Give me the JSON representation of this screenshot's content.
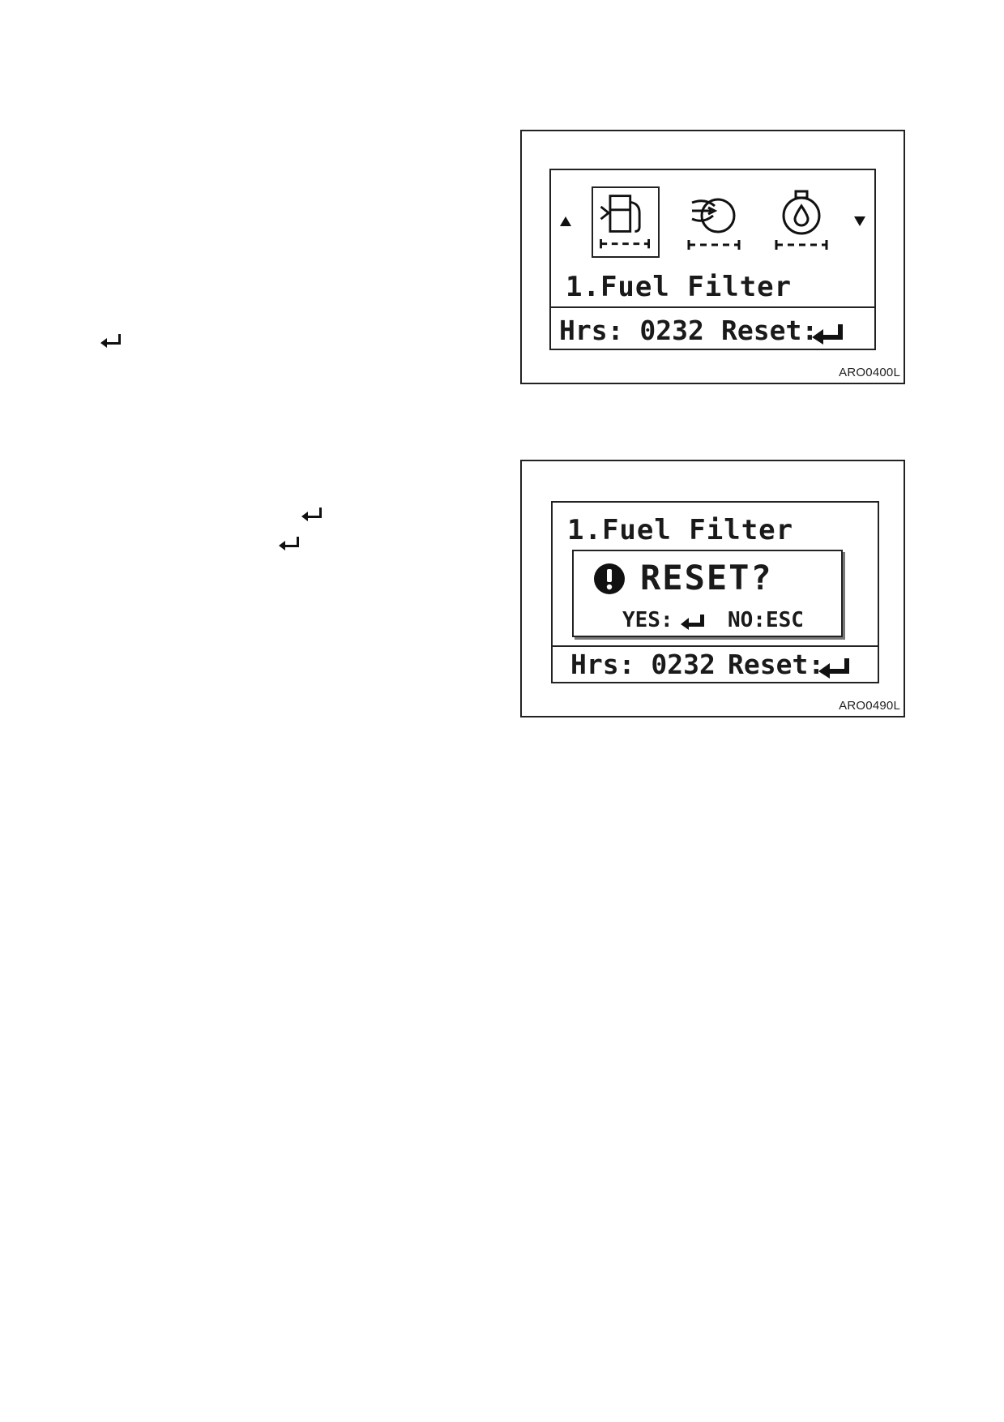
{
  "figure1": {
    "figure_code": "ARO0400L",
    "lcd": {
      "scroll_up_icon": "triangle-up-icon",
      "scroll_down_icon": "triangle-down-icon",
      "icons": [
        "fuel-pump-icon",
        "air-filter-icon",
        "oil-filter-icon"
      ],
      "selected_index": 0,
      "item_title": "1.Fuel Filter",
      "hours_text": "Hrs: 0232",
      "reset_label": "Reset:",
      "reset_icon": "enter-key-icon"
    }
  },
  "figure2": {
    "figure_code": "ARO0490L",
    "lcd": {
      "item_title": "1.Fuel Filter",
      "dialog": {
        "icon": "exclamation-circle-icon",
        "prompt": "RESET?",
        "yes_label": "YES:",
        "yes_icon": "enter-key-icon",
        "no_label": "NO:ESC"
      },
      "hours_text": "Hrs: 0232",
      "reset_label": "Reset:",
      "reset_icon": "enter-key-icon"
    }
  },
  "text_column_icons": [
    "enter-key-icon",
    "enter-key-icon",
    "enter-key-icon"
  ]
}
